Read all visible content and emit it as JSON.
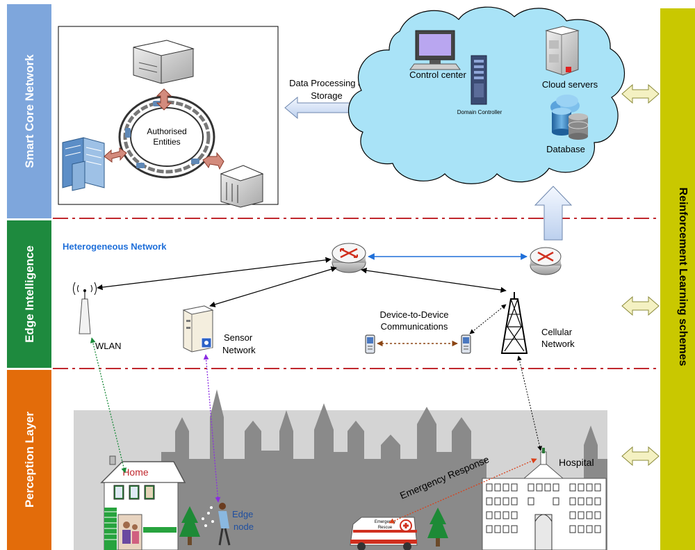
{
  "layers": {
    "core": "Smart Core Network",
    "edge": "Edge Intelligence",
    "perception": "Perception Layer",
    "rl": "Reinforcement Learning schemes"
  },
  "colors": {
    "core_band": "#7ea6dc",
    "edge_band": "#1e8a3e",
    "perception_band": "#e36c0a",
    "rl_band": "#c9c800",
    "cloud_fill": "#a9e3f7",
    "divider": "#c0272d",
    "het_network": "#1f6fd9",
    "city": "#8a8a8a",
    "city_bg": "#d4d4d4"
  },
  "core": {
    "authorised": "Authorised Entities",
    "data_processing": "Data Processing &",
    "storage": "Storage",
    "control_center": "Control center",
    "domain_controller": "Domain Controller",
    "cloud_servers": "Cloud servers",
    "database": "Database"
  },
  "edge": {
    "heterogeneous": "Heterogeneous Network",
    "wlan": "WLAN",
    "sensor": "Sensor",
    "network_word": "Network",
    "d2d_line1": "Device-to-Device",
    "d2d_line2": "Communications",
    "cellular": "Cellular"
  },
  "perception": {
    "home": "Home",
    "edge_node_1": "Edge",
    "edge_node_2": "node",
    "emergency_response": "Emergency Response",
    "hospital": "Hospital",
    "ambulance_1": "Emergency",
    "ambulance_2": "Rescue"
  },
  "icons": [
    "server-icon",
    "building-icon",
    "bank-icon",
    "chain-ring-icon",
    "computer-icon",
    "tower-server-icon",
    "database-icon",
    "router-icon",
    "antenna-icon",
    "cell-tower-icon",
    "phone-icon",
    "ambulance-icon",
    "tree-icon",
    "house-icon",
    "hospital-icon",
    "person-icon"
  ]
}
